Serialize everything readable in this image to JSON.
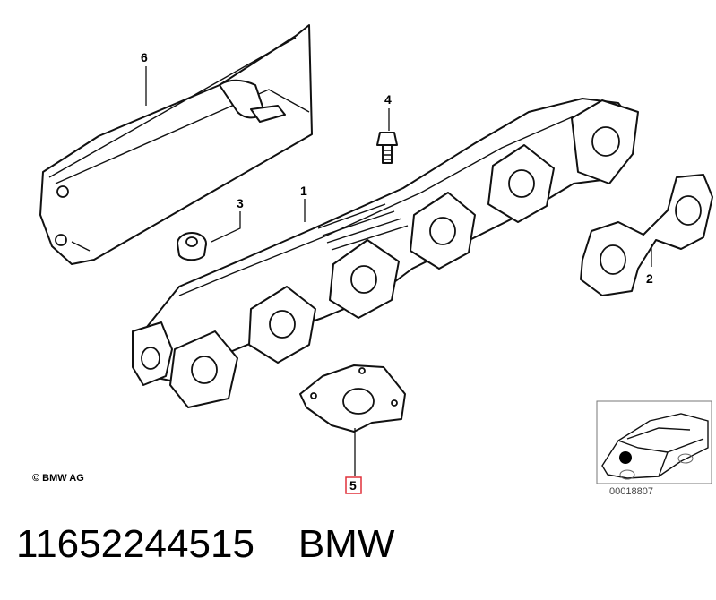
{
  "callouts": {
    "c1": "1",
    "c2": "2",
    "c3": "3",
    "c4": "4",
    "c5": "5",
    "c6": "6"
  },
  "copyright": "© BMW AG",
  "reference_number": "00018807",
  "caption": {
    "part_number": "11652244515",
    "brand": "BMW"
  },
  "colors": {
    "highlight": "#e0303a",
    "line": "#111111",
    "background": "#ffffff"
  }
}
